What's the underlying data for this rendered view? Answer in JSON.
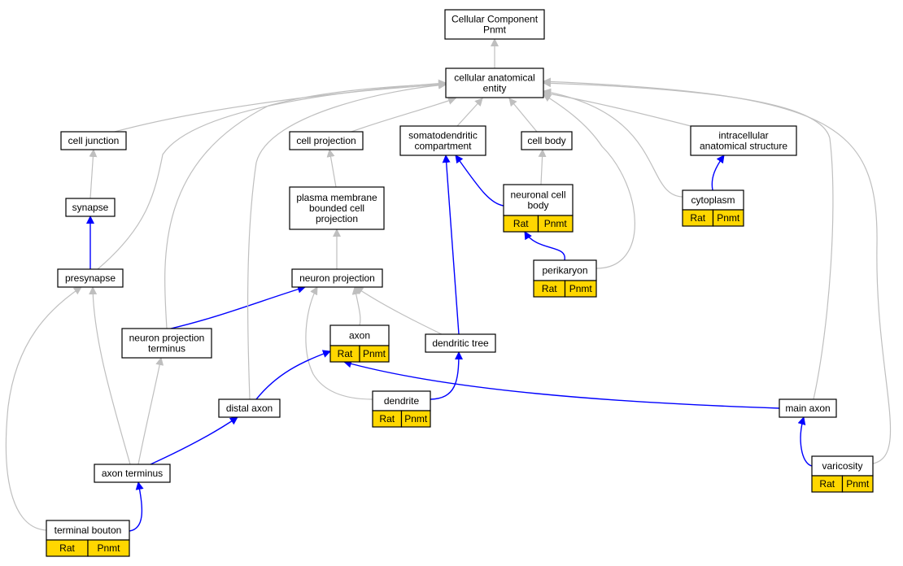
{
  "nodes": {
    "root": [
      "Cellular Component",
      "Pnmt"
    ],
    "cae": [
      "cellular anatomical",
      "entity"
    ],
    "cell_junction": [
      "cell junction"
    ],
    "cell_projection": [
      "cell projection"
    ],
    "somatodendritic": [
      "somatodendritic",
      "compartment"
    ],
    "cell_body": [
      "cell body"
    ],
    "intracellular": [
      "intracellular",
      "anatomical structure"
    ],
    "synapse": [
      "synapse"
    ],
    "pm_projection": [
      "plasma membrane",
      "bounded cell",
      "projection"
    ],
    "neuronal_cell_body": [
      "neuronal cell",
      "body"
    ],
    "cytoplasm": [
      "cytoplasm"
    ],
    "perikaryon": [
      "perikaryon"
    ],
    "presynapse": [
      "presynapse"
    ],
    "neuron_projection": [
      "neuron projection"
    ],
    "npt": [
      "neuron projection",
      "terminus"
    ],
    "axon": [
      "axon"
    ],
    "dendritic_tree": [
      "dendritic tree"
    ],
    "dendrite": [
      "dendrite"
    ],
    "distal_axon": [
      "distal axon"
    ],
    "main_axon": [
      "main axon"
    ],
    "axon_terminus": [
      "axon terminus"
    ],
    "varicosity": [
      "varicosity"
    ],
    "terminal_bouton": [
      "terminal bouton"
    ]
  },
  "annotation": {
    "species": "Rat",
    "gene": "Pnmt"
  },
  "annotated_nodes": [
    "neuronal_cell_body",
    "cytoplasm",
    "perikaryon",
    "axon",
    "dendrite",
    "varicosity",
    "terminal_bouton"
  ],
  "edges": [
    {
      "from": "cae",
      "to": "root",
      "type": "is_a"
    },
    {
      "from": "cell_junction",
      "to": "cae",
      "type": "is_a"
    },
    {
      "from": "cell_projection",
      "to": "cae",
      "type": "is_a"
    },
    {
      "from": "somatodendritic",
      "to": "cae",
      "type": "is_a"
    },
    {
      "from": "cell_body",
      "to": "cae",
      "type": "is_a"
    },
    {
      "from": "intracellular",
      "to": "cae",
      "type": "is_a"
    },
    {
      "from": "synapse",
      "to": "cell_junction",
      "type": "is_a"
    },
    {
      "from": "pm_projection",
      "to": "cell_projection",
      "type": "is_a"
    },
    {
      "from": "neuronal_cell_body",
      "to": "somatodendritic",
      "type": "part_of"
    },
    {
      "from": "neuronal_cell_body",
      "to": "cell_body",
      "type": "is_a"
    },
    {
      "from": "cytoplasm",
      "to": "intracellular",
      "type": "part_of"
    },
    {
      "from": "cytoplasm",
      "to": "cae",
      "type": "is_a"
    },
    {
      "from": "perikaryon",
      "to": "neuronal_cell_body",
      "type": "part_of"
    },
    {
      "from": "perikaryon",
      "to": "cae",
      "type": "is_a"
    },
    {
      "from": "presynapse",
      "to": "synapse",
      "type": "part_of"
    },
    {
      "from": "presynapse",
      "to": "cae",
      "type": "is_a"
    },
    {
      "from": "neuron_projection",
      "to": "pm_projection",
      "type": "is_a"
    },
    {
      "from": "npt",
      "to": "neuron_projection",
      "type": "part_of"
    },
    {
      "from": "npt",
      "to": "cae",
      "type": "is_a"
    },
    {
      "from": "axon",
      "to": "neuron_projection",
      "type": "is_a"
    },
    {
      "from": "dendritic_tree",
      "to": "neuron_projection",
      "type": "is_a"
    },
    {
      "from": "dendritic_tree",
      "to": "somatodendritic",
      "type": "part_of"
    },
    {
      "from": "dendrite",
      "to": "neuron_projection",
      "type": "is_a"
    },
    {
      "from": "dendrite",
      "to": "dendritic_tree",
      "type": "part_of"
    },
    {
      "from": "distal_axon",
      "to": "axon",
      "type": "part_of"
    },
    {
      "from": "distal_axon",
      "to": "cae",
      "type": "is_a"
    },
    {
      "from": "main_axon",
      "to": "axon",
      "type": "part_of"
    },
    {
      "from": "main_axon",
      "to": "cae",
      "type": "is_a"
    },
    {
      "from": "axon_terminus",
      "to": "distal_axon",
      "type": "part_of"
    },
    {
      "from": "axon_terminus",
      "to": "npt",
      "type": "is_a"
    },
    {
      "from": "axon_terminus",
      "to": "presynapse",
      "type": "is_a"
    },
    {
      "from": "varicosity",
      "to": "main_axon",
      "type": "part_of"
    },
    {
      "from": "varicosity",
      "to": "cae",
      "type": "is_a"
    },
    {
      "from": "terminal_bouton",
      "to": "axon_terminus",
      "type": "part_of"
    },
    {
      "from": "terminal_bouton",
      "to": "presynapse",
      "type": "is_a"
    }
  ],
  "colors": {
    "annotation_fill": "#ffd700",
    "is_a_edge": "#bfbfbf",
    "part_of_edge": "#0000ff"
  }
}
